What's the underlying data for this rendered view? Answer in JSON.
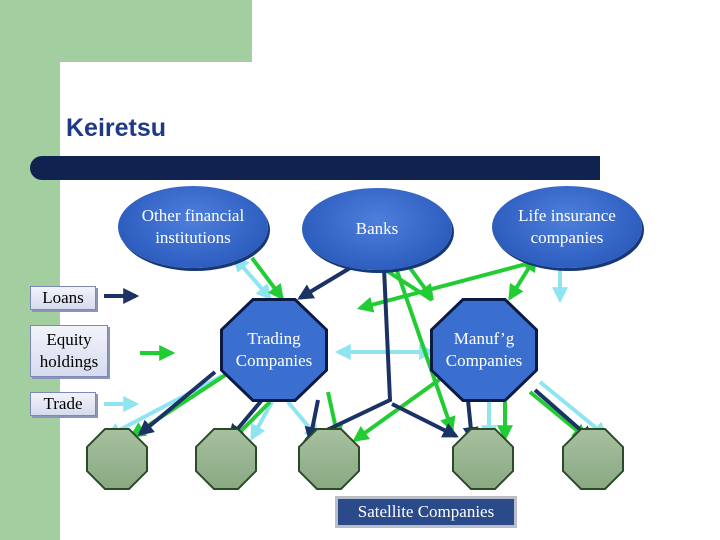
{
  "title": "Keiretsu",
  "nodes": {
    "other_financial": "Other financial institutions",
    "banks": "Banks",
    "life_insurance": "Life insurance companies",
    "trading": "Trading Companies",
    "manufacturing": "Manuf’g Companies",
    "satellite": "Satellite Companies"
  },
  "legend": {
    "loans": "Loans",
    "equity": "Equity holdings",
    "trade": "Trade"
  },
  "colors": {
    "loans": "#1b3264",
    "equity": "#22cc33",
    "trade": "#8fe4f2",
    "title": "#1e3a86",
    "node_fill": "#3a6fd0",
    "background_accent": "#a3cfa0"
  }
}
